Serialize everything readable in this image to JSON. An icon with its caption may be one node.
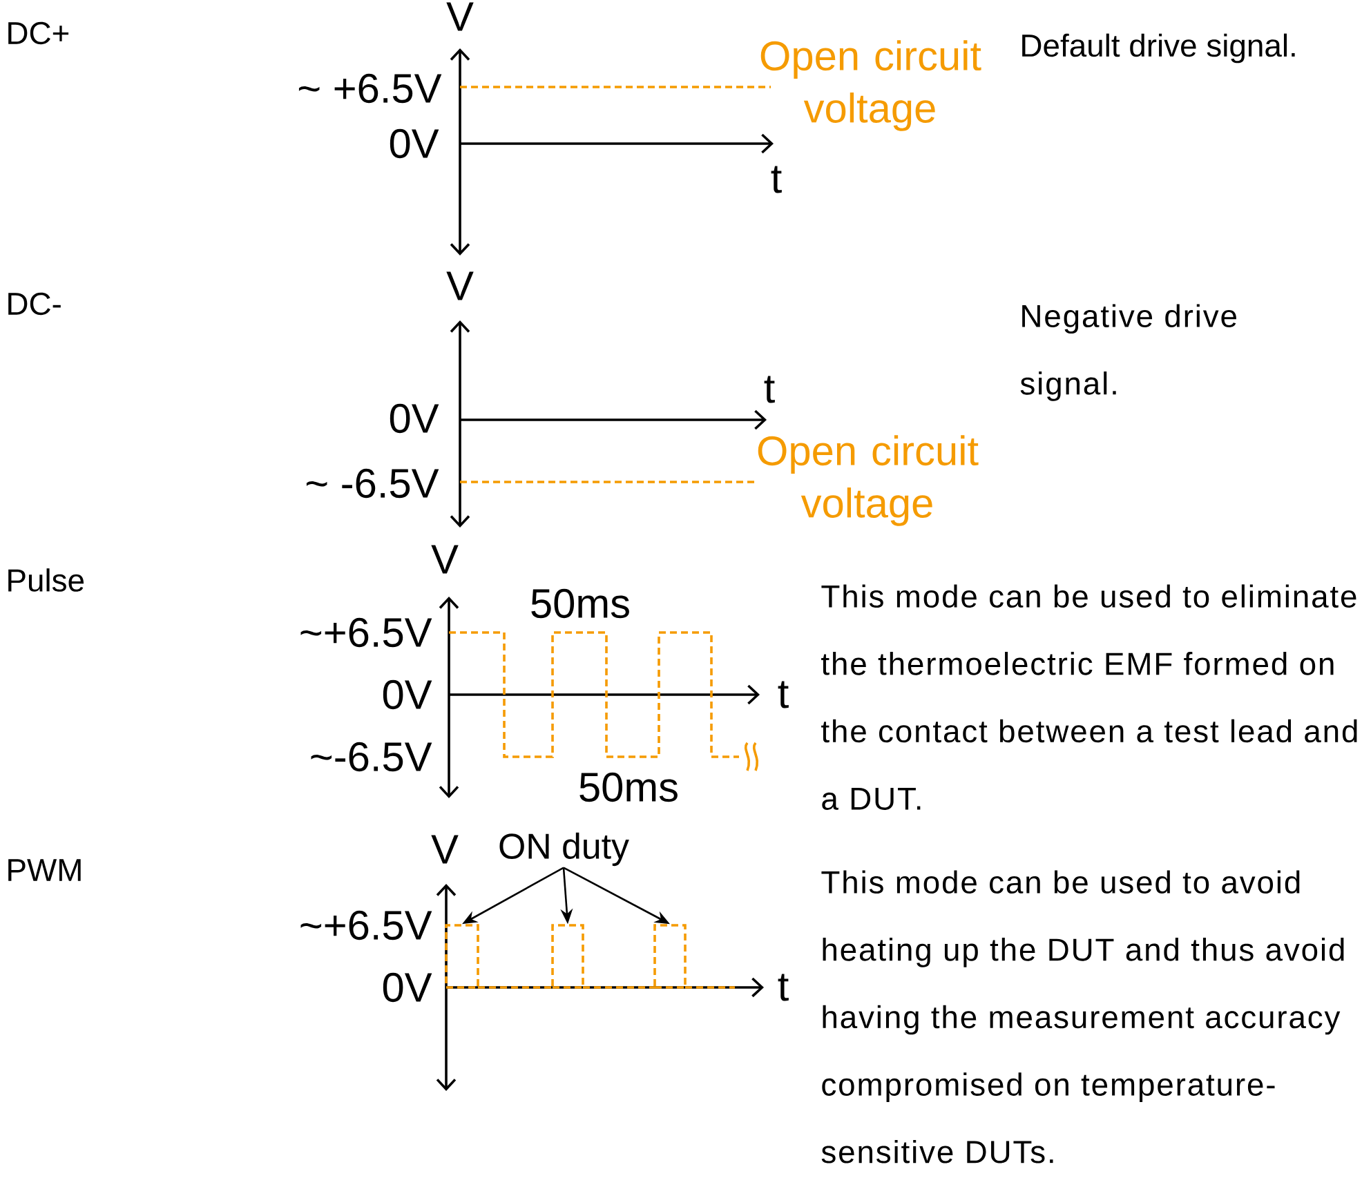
{
  "diagram": {
    "nodes": [
      {
        "text": [
          "ON duty"
        ]
      },
      {
        "text": [],
        "shape": "box"
      },
      {
        "text": [],
        "shape": "box"
      },
      {
        "text": [],
        "shape": "box"
      }
    ],
    "edges": [
      {
        "from": 0,
        "to": 1,
        "arrow": "to"
      },
      {
        "from": 0,
        "to": 2,
        "arrow": "to"
      },
      {
        "from": 0,
        "to": 3,
        "arrow": "to"
      }
    ],
    "labels": [
      "DC+",
      "V",
      "~ +6.5V",
      "Open circuit voltage",
      "Default drive signal.",
      "0V",
      "t",
      "DC-",
      "V",
      "Negative drive signal.",
      "t",
      "0V",
      "Open circuit voltage",
      "~ -6.5V",
      "Pulse",
      "V",
      "50ms",
      "~+6.5V",
      "This mode can be used to eliminate the thermoelectric EMF formed on the contact between a test lead and a DUT.",
      "0V",
      "t",
      "~-6.5V",
      "50ms",
      "PWM",
      "V",
      "This mode can be used to avoid heating up the DUT and thus avoid having the measurement accuracy compromised on temperature-sensitive DUTs.",
      "~+6.5V",
      "0V",
      "t"
    ]
  }
}
